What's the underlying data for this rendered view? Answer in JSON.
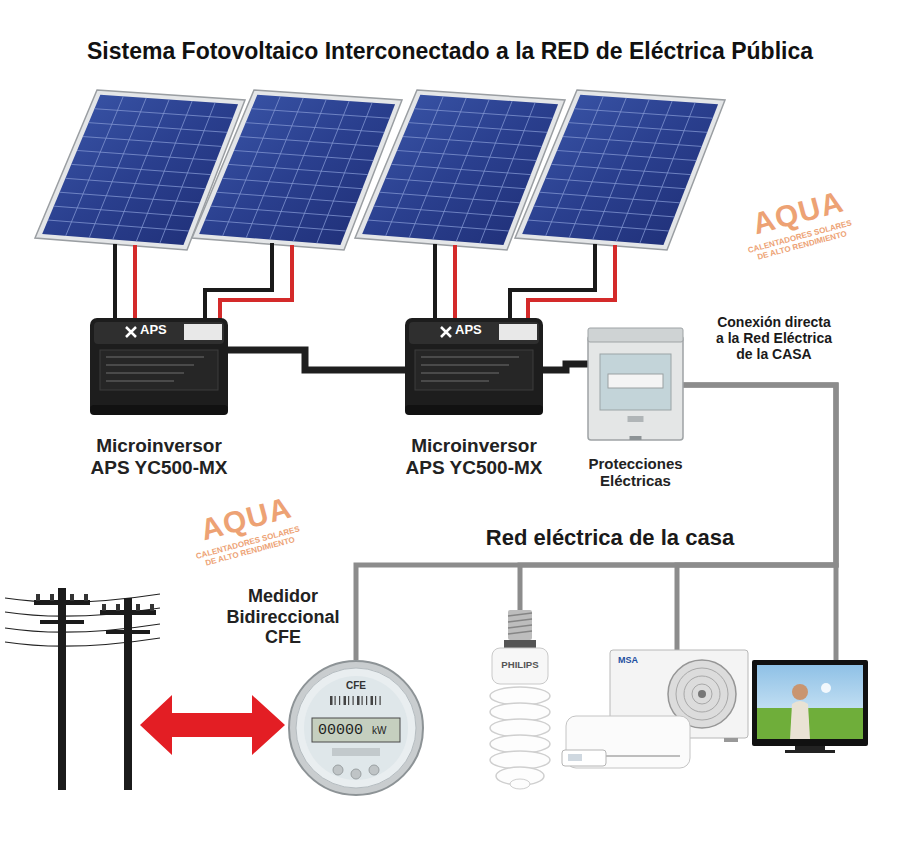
{
  "diagram": {
    "title": "Sistema Fotovoltaico Interconectado a la RED de Eléctrica Pública",
    "nodes": [
      {
        "text": [
          "APS",
          "Microinversor APS YC500-MX"
        ]
      },
      {
        "text": [
          "APS",
          "Microinversor APS YC500-MX"
        ]
      },
      {
        "text": [
          "Protecciones Eléctricas"
        ]
      },
      {
        "text": [
          "Medidor Bidireccional CFE",
          "CFE",
          "00000",
          "kW"
        ]
      },
      {
        "text": [
          "PHILIPS"
        ]
      },
      {
        "text": [
          "MSA"
        ]
      }
    ],
    "edges": [
      {
        "from": 0,
        "to": 1,
        "arrow": "none"
      },
      {
        "from": 1,
        "to": 2,
        "arrow": "none"
      },
      {
        "from": 2,
        "to": 3,
        "arrow": "none"
      },
      {
        "from": 2,
        "to": 4,
        "arrow": "none"
      },
      {
        "from": 2,
        "to": 5,
        "arrow": "none"
      }
    ],
    "labels": [
      "Conexión directa a la Red Eléctrica de la CASA",
      "Red eléctrica de la casa",
      "AQUA",
      "CALENTADORES SOLARES DE ALTO RENDIMIENTO",
      "AQUA",
      "CALENTADORES SOLARES DE ALTO RENDIMIENTO"
    ]
  }
}
